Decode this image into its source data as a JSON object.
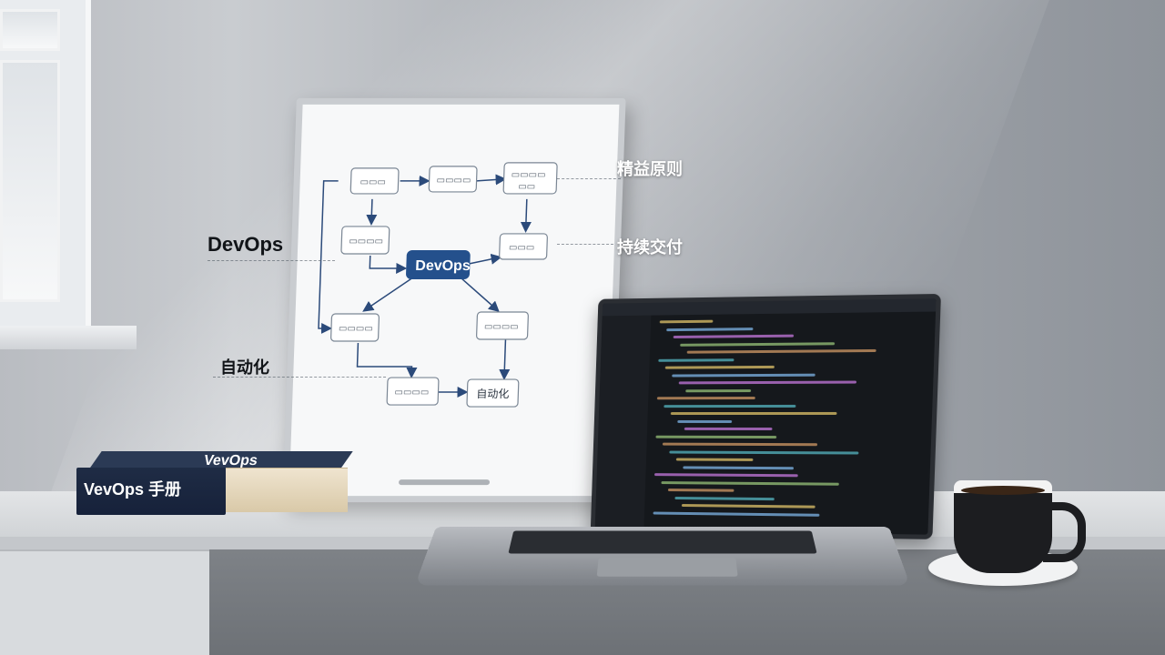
{
  "callouts": {
    "devops": "DevOps",
    "lean": "精益原则",
    "continuous_delivery": "持续交付",
    "automation": "自动化"
  },
  "whiteboard": {
    "center_label": "DevOps",
    "bottom_right_node": "自动化"
  },
  "book": {
    "spine_title": "VevOps 手册",
    "cover_title": "VevOps"
  },
  "colors": {
    "center_node": "#24508c",
    "arrows": "#2b4a7a"
  }
}
